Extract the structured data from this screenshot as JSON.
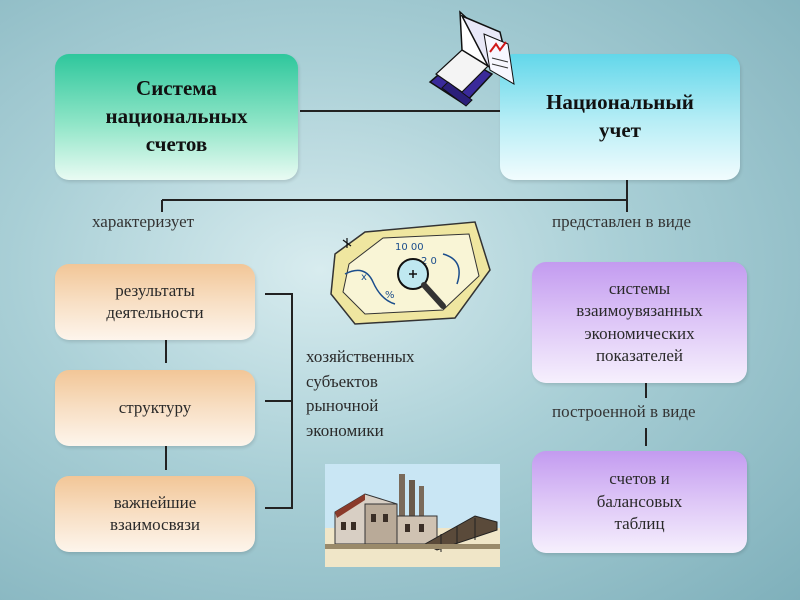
{
  "top": {
    "left_box": "Система\nнациональных\nсчетов",
    "right_box": "Национальный\nучет"
  },
  "labels": {
    "characterizes": "характеризует",
    "presented_as": "представлен в виде",
    "built_as": "построенной в виде"
  },
  "left_column": [
    {
      "text": "результаты\nдеятельности"
    },
    {
      "text": "структуру"
    },
    {
      "text": "важнейшие\nвзаимосвязи"
    }
  ],
  "right_column": [
    {
      "text": "системы\nвзаимоувязанных\nэкономических\nпоказателей"
    },
    {
      "text": "счетов и\nбалансовых\nтаблиц"
    }
  ],
  "middle_text": "хозяйственных\nсубъектов\nрыночной\nэкономики",
  "icons": [
    "book-icon",
    "magnifier-document-icon",
    "factory-icon"
  ]
}
